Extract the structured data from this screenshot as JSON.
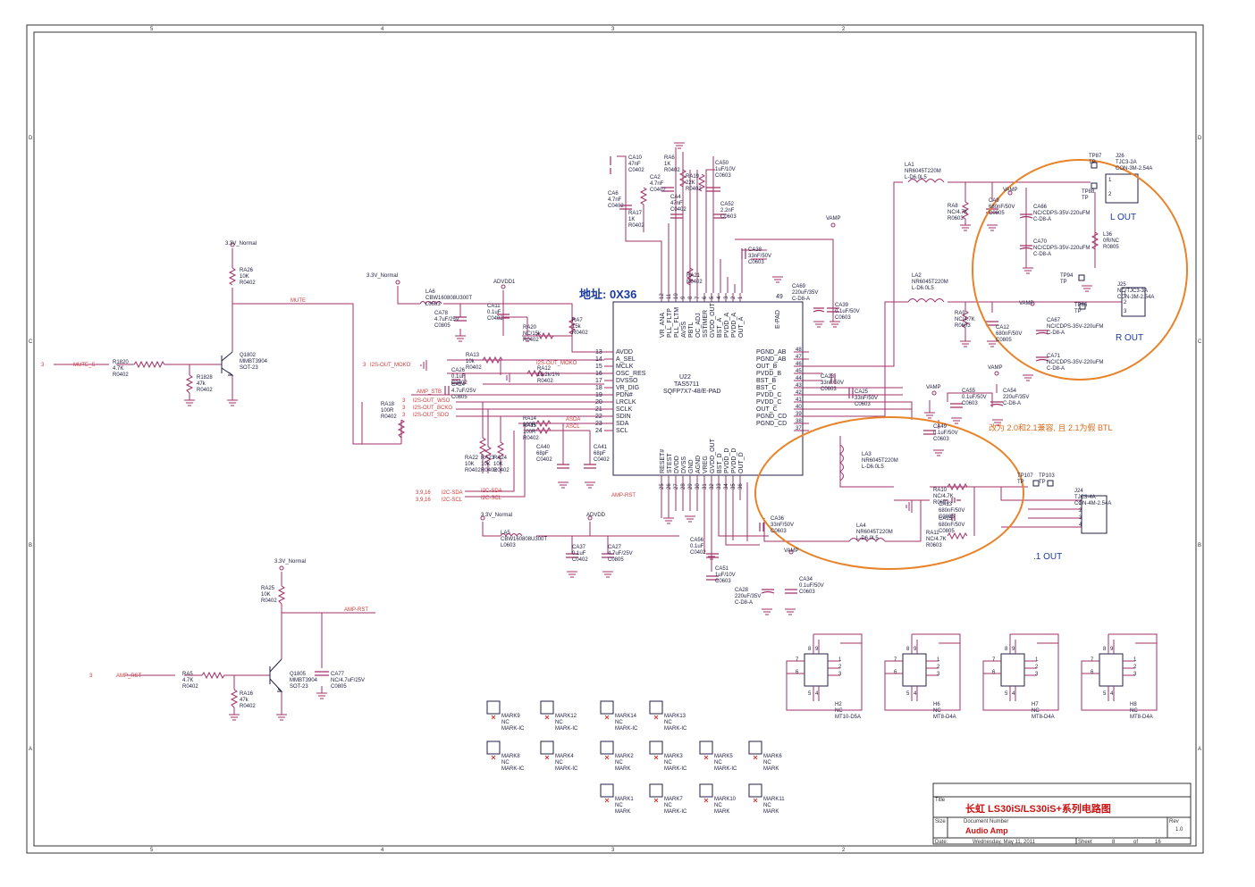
{
  "colors": {
    "wire": "#a0306a",
    "part": "#222244",
    "net_label": "#d23a3a",
    "annotation": "#d86a1a",
    "highlight": "#e8832a",
    "title_red": "#cc1111",
    "border": "#333333",
    "blue": "#1a3aa0"
  },
  "frame": {
    "col_markers": [
      "5",
      "4",
      "3",
      "2"
    ],
    "row_markers": [
      "D",
      "C",
      "B",
      "A"
    ]
  },
  "annotations": {
    "address": "地址: 0X36",
    "btl_note": "改为 2.0和2.1兼容, 且 2.1为假 BTL",
    "l_out": "L OUT",
    "r_out": "R OUT",
    "one_out": ".1 OUT"
  },
  "ic": {
    "refdes": "U22",
    "part": "TAS5711",
    "package": "SQFP7X7-48/E-PAD",
    "left_pins": [
      "13 AVDD",
      "14 A_SEL",
      "15 MCLK",
      "16 OSC_RES",
      "17 DVSSO",
      "18 VR_DIG",
      "19 PDN#",
      "20 LRCLK",
      "21 SCLK",
      "22 SDIN",
      "23 SDA",
      "24 SCL"
    ],
    "right_pins": [
      "48 PGND_AB",
      "47 PGND_AB",
      "46 OUT_B",
      "45 PVDD_B",
      "44 BST_B",
      "43 BST_C",
      "42 PVDD_C",
      "41 PVDD_C",
      "40 OUT_C",
      "39 PGND_CD",
      "38 PGND_CD",
      "37"
    ],
    "top_pins": [
      "12 VR_ANA",
      "11 PLL_FLTP",
      "10 PLL_FLTM",
      "9 AVSS",
      "8 PBTL",
      "7 OC_ADJ",
      "6 SSTIMER",
      "5 GVDD_OUT",
      "4 BST_A",
      "3 PVDD_A",
      "2 PVDD_A",
      "1 OUT_A",
      "49 E-PAD"
    ],
    "bottom_pins": [
      "25 RESET#",
      "26 STEST",
      "27 DVDD",
      "28 DVSS",
      "29 GND",
      "30 AGND",
      "31 VREG",
      "32 GVDD_OUT",
      "33 BST_D",
      "34 PVDD_D",
      "35 PVDD_D",
      "36 OUT_D"
    ]
  },
  "nets": {
    "v33_normal": "3.3V_Normal",
    "mute": "MUTE",
    "mute_s": "MUTE_S",
    "amp_rst": "AMP_RST",
    "amp_rst_net": "AMP-RST",
    "amp_stb": "AMP_STB",
    "advdd1": "ADVDD1",
    "advdd": "ADVDD",
    "vamp": "VAMP",
    "i2s_out_moko": "I2S-OUT_MOKO",
    "i2s_out_wso": "I2S-OUT_WSO",
    "i2s_out_bcko": "I2S-OUT_BCKO",
    "i2s_out_sdo": "I2S-OUT_SDO",
    "i2c_sda": "I2C-SDA",
    "i2c_scl": "I2C-SCL",
    "asda": "ASDA",
    "ascl": "ASCL",
    "sheet3": "3",
    "sheet3916": "3,9,16"
  },
  "parts": {
    "ra26": [
      "RA26",
      "10K",
      "R0402"
    ],
    "q1802": [
      "Q1802",
      "MMBT3904",
      "SOT-23"
    ],
    "r1820": [
      "R1820",
      "4.7K",
      "R0402"
    ],
    "r1828": [
      "R1828",
      "47k",
      "R0402"
    ],
    "ra25": [
      "RA25",
      "10K",
      "R0402"
    ],
    "q1805": [
      "Q1805",
      "MMBT3904",
      "SOT-23"
    ],
    "ra5": [
      "RA5",
      "4.7K",
      "R0402"
    ],
    "ra16": [
      "RA16",
      "47k",
      "R0402"
    ],
    "ca77": [
      "CA77",
      "NC/4.7uF/25V",
      "C0805"
    ],
    "la6": [
      "LA6",
      "CBW160808U300T",
      "L0603"
    ],
    "ca78": [
      "CA78",
      "4.7uF/25V",
      "C0805"
    ],
    "ca11": [
      "CA11",
      "0.1uF",
      "C0402"
    ],
    "ra20": [
      "RA20",
      "NC/15k",
      "R0402"
    ],
    "ra7": [
      "RA7",
      "15k",
      "R0402"
    ],
    "ra13": [
      "RA13",
      "10k",
      "R0402"
    ],
    "ra12": [
      "RA12",
      "18.2k/1%",
      "R0402"
    ],
    "ca26": [
      "CA26",
      "0.1uF",
      "C0402"
    ],
    "ca24": [
      "CA24",
      "4.7uF/25V",
      "C0805"
    ],
    "ra18": [
      "RA18",
      "100R",
      "R0402"
    ],
    "ra14": [
      "RA14",
      "100R"
    ],
    "ra15": [
      "RA15",
      "100R",
      "R0402"
    ],
    "ra22": [
      "RA22",
      "10K",
      "R0402"
    ],
    "ra23": [
      "RA23",
      "10K",
      "R0402"
    ],
    "ra24": [
      "RA24",
      "10K",
      "R0402"
    ],
    "ca40": [
      "CA40",
      "68pF",
      "C0402"
    ],
    "ca41": [
      "CA41",
      "68pF",
      "C0402"
    ],
    "la5": [
      "LA5",
      "CBW160808U300T",
      "L0603"
    ],
    "ca37": [
      "CA37",
      "0.1uF",
      "C0402"
    ],
    "ca27": [
      "CA27",
      "4.7uF/25V",
      "C0805"
    ],
    "ca10": [
      "CA10",
      "47nF",
      "C0402"
    ],
    "ca6": [
      "CA6",
      "4.7nF",
      "C0402"
    ],
    "ca2": [
      "CA2",
      "4.7nF",
      "C0402"
    ],
    "ra17": [
      "RA17",
      "1K",
      "R0402"
    ],
    "ra6": [
      "RA6",
      "1K",
      "R0402"
    ],
    "ca4": [
      "CA4",
      "47nF",
      "C0402"
    ],
    "ra19": [
      "RA19",
      "22K",
      "R0402"
    ],
    "ra21": [
      "RA21",
      "R0402"
    ],
    "ca50": [
      "CA50",
      "1uF/10V",
      "C0603"
    ],
    "ca52": [
      "CA52",
      "2.2nF",
      "C0603"
    ],
    "ca38": [
      "CA38",
      "33nF/50V",
      "C0603"
    ],
    "ca69": [
      "CA69",
      "220uF/35V",
      "C-D8-A"
    ],
    "ca39": [
      "CA39",
      "0.1uF/50V",
      "C0603"
    ],
    "la1": [
      "LA1",
      "NR6045T220M",
      "L-D6.0L5"
    ],
    "la2": [
      "LA2",
      "NR6045T220M",
      "L-D6.0L5"
    ],
    "la3": [
      "LA3",
      "NR6045T220M",
      "L-D6.0L5"
    ],
    "la4": [
      "LA4",
      "NR6045T220M",
      "L-D6.0L5"
    ],
    "ra8": [
      "RA8",
      "NC/4.7K",
      "R0603"
    ],
    "ca9": [
      "CA9",
      "680nF/50V",
      "C0805"
    ],
    "ca66": [
      "CA66",
      "NC/CDPS-35V-220uFM",
      "C-D8-A"
    ],
    "ca70": [
      "CA70",
      "NC/CDPS-35V-220uFM",
      "C-D8-A"
    ],
    "l36": [
      "L36",
      "0R/NC",
      "R0805"
    ],
    "ra9": [
      "RA9",
      "NC/4.7K",
      "R0603"
    ],
    "ca12": [
      "CA12",
      "680nF/50V",
      "C0805"
    ],
    "ca67": [
      "CA67",
      "NC/CDPS-35V-220uFM",
      "C-D8-A"
    ],
    "ca71": [
      "CA71",
      "NC/CDPS-35V-220uFM",
      "C-D8-A"
    ],
    "ca23": [
      "CA23",
      "33nF/50V",
      "C0603"
    ],
    "ca25": [
      "CA25",
      "33nF/50V",
      "C0603"
    ],
    "ca55": [
      "CA55",
      "0.1uF/50V",
      "C0603"
    ],
    "ca54": [
      "CA54",
      "220uF/35V",
      "C-D8-A"
    ],
    "ca49": [
      "CA49",
      "0.1uF/50V",
      "C0603"
    ],
    "ra10": [
      "RA10",
      "NC/4.7K",
      "R0603"
    ],
    "ca13": [
      "CA13",
      "680nF/50V",
      "C0805"
    ],
    "ca15": [
      "CA15",
      "680nF/50V",
      "C0805"
    ],
    "ra11": [
      "RA11",
      "NC/4.7K",
      "R0603"
    ],
    "ca36": [
      "CA36",
      "33nF/50V",
      "C0603"
    ],
    "ca56": [
      "CA56",
      "0.1uF",
      "C0402"
    ],
    "ca51": [
      "CA51",
      "1uF/10V",
      "C0603"
    ],
    "ca28": [
      "CA28",
      "220uF/35V",
      "C-D8-A"
    ],
    "ca34": [
      "CA34",
      "0.1uF/50V",
      "C0603"
    ],
    "j26": [
      "J26",
      "TJC3-2A",
      "CON-3M-2.54A"
    ],
    "j25": [
      "J25",
      "NC/TJC3-3A",
      "CON-3M-2.54A"
    ],
    "j24": [
      "J24",
      "TJC3-4A",
      "CON-4M-2.54A"
    ],
    "tp87": [
      "TP87",
      "TP"
    ],
    "tp88": [
      "TP88",
      "TP"
    ],
    "tp94": [
      "TP94",
      "TP"
    ],
    "tp86": [
      "TP86",
      "TP"
    ],
    "tp107": [
      "TP107",
      "TP"
    ],
    "tp103": [
      "TP103",
      "TP"
    ]
  },
  "mounting": [
    {
      "ref": "H2",
      "value": "NC",
      "fp": "MT10-D5A"
    },
    {
      "ref": "H6",
      "value": "NC",
      "fp": "MT8-D4A"
    },
    {
      "ref": "H7",
      "value": "NC",
      "fp": "MT8-D4A"
    },
    {
      "ref": "H8",
      "value": "NC",
      "fp": "MT8-D4A"
    }
  ],
  "marks": [
    {
      "ref": "MARK9",
      "value": "NC",
      "fp": "MARK-IC"
    },
    {
      "ref": "MARK12",
      "value": "NC",
      "fp": "MARK-IC"
    },
    {
      "ref": "MARK14",
      "value": "NC",
      "fp": "MARK-IC"
    },
    {
      "ref": "MARK13",
      "value": "NC",
      "fp": "MARK-IC"
    },
    {
      "ref": "MARK8",
      "value": "NC",
      "fp": "MARK-IC"
    },
    {
      "ref": "MARK4",
      "value": "NC",
      "fp": "MARK-IC"
    },
    {
      "ref": "MARK2",
      "value": "NC",
      "fp": "MARK"
    },
    {
      "ref": "MARK3",
      "value": "NC",
      "fp": "MARK-IC"
    },
    {
      "ref": "MARK5",
      "value": "NC",
      "fp": "MARK-IC"
    },
    {
      "ref": "MARK6",
      "value": "NC",
      "fp": "MARK"
    },
    {
      "ref": "MARK1",
      "value": "NC",
      "fp": "MARK"
    },
    {
      "ref": "MARK7",
      "value": "NC",
      "fp": "MARK-IC"
    },
    {
      "ref": "MARK10",
      "value": "NC",
      "fp": "MARK"
    },
    {
      "ref": "MARK11",
      "value": "NC",
      "fp": "MARK"
    }
  ],
  "title_block": {
    "title_label": "Title",
    "title": "长虹 LS30iS/LS30iS+系列电路图",
    "size_label": "Size",
    "docnum_label": "Document Number",
    "docnum": "Audio Amp",
    "rev_label": "Rev",
    "rev": "1.0",
    "date_label": "Date:",
    "date": "Wednesday, May 11, 2011",
    "sheet_label": "Sheet",
    "sheet": "8",
    "of_label": "of",
    "total": "16"
  }
}
